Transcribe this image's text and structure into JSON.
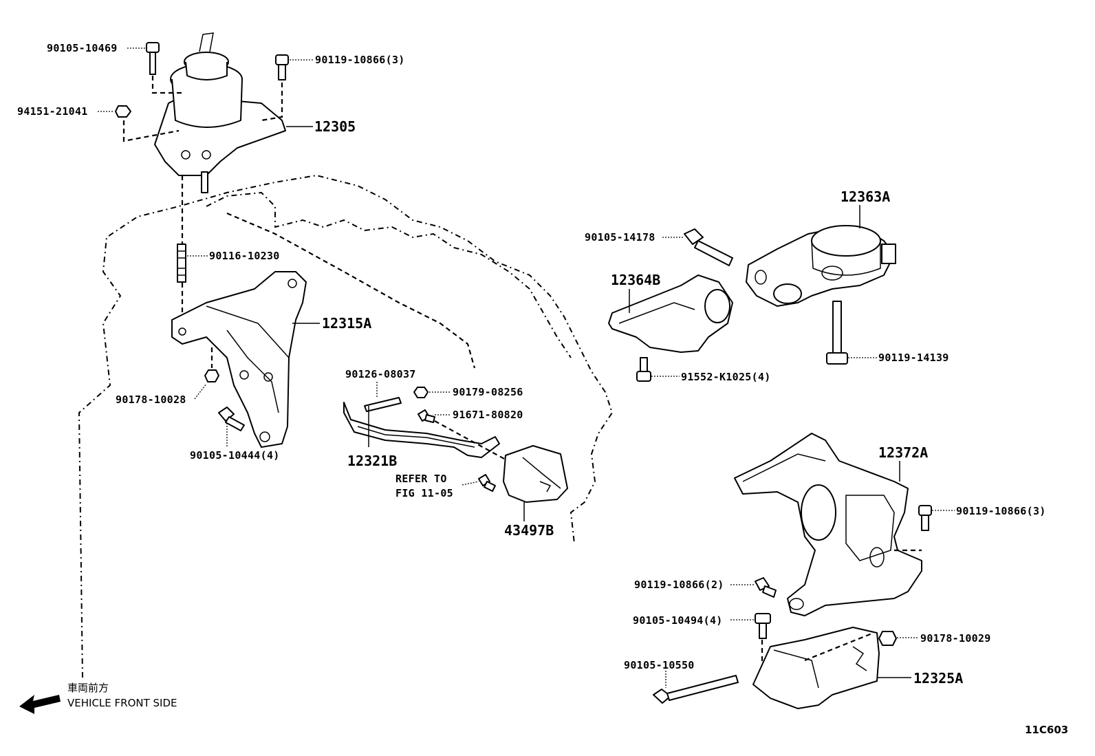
{
  "callouts": {
    "c1": "90105-10469",
    "c2": "90119-10866(3)",
    "c3": "94151-21041",
    "c4": "12305",
    "c5": "90116-10230",
    "c6": "12315A",
    "c7": "90178-10028",
    "c8": "90105-10444(4)",
    "c9": "90126-08037",
    "c10": "90179-08256",
    "c11": "91671-80820",
    "c12": "12321B",
    "c13a": "REFER TO",
    "c13b": "FIG 11-05",
    "c14": "43497B",
    "c15": "12363A",
    "c16": "90105-14178",
    "c17": "12364B",
    "c18": "90119-14139",
    "c19": "91552-K1025(4)",
    "c20": "12372A",
    "c21": "90119-10866(3)",
    "c22": "90119-10866(2)",
    "c23": "90105-10494(4)",
    "c24": "90178-10029",
    "c25": "90105-10550",
    "c26": "12325A"
  },
  "direction": {
    "jp": "車両前方",
    "en": "VEHICLE FRONT SIDE",
    "icon": "arrow-left-icon"
  },
  "figure_code": "11C603"
}
